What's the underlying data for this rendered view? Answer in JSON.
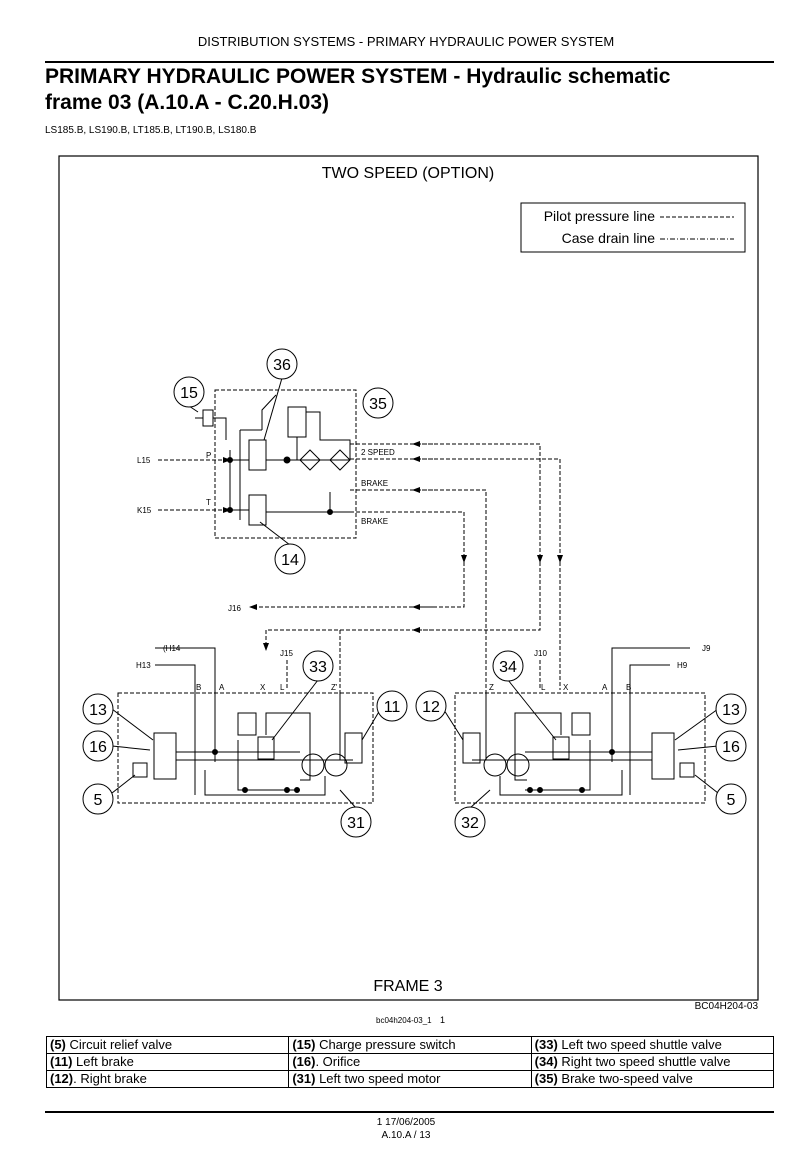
{
  "header": {
    "running_title": "DISTRIBUTION SYSTEMS - PRIMARY HYDRAULIC POWER SYSTEM",
    "title_line1": "PRIMARY HYDRAULIC POWER SYSTEM - Hydraulic schematic",
    "title_line2": "frame 03 (A.10.A - C.20.H.03)",
    "models": "LS185.B, LS190.B, LT185.B, LT190.B, LS180.B"
  },
  "diagram": {
    "title": "TWO SPEED (OPTION)",
    "caption": "FRAME 3",
    "figure_id": "BC04H204-03",
    "legend": {
      "pilot_label": "Pilot pressure line",
      "drain_label": "Case drain line"
    },
    "ports": {
      "L15": "L15",
      "K15": "K15",
      "J16": "J16",
      "H14": "(H14",
      "H13": "H13",
      "J15": "J15",
      "J10": "J10",
      "J9": "J9",
      "H9": "H9",
      "P": "P",
      "T": "T",
      "two_speed": "2 SPEED",
      "brake1": "BRAKE",
      "brake2": "BRAKE",
      "left": {
        "B": "B",
        "A": "A",
        "X": "X",
        "L": "L",
        "Z": "Z'"
      },
      "right": {
        "Z": "Z",
        "L": "L",
        "X": "X",
        "A": "A",
        "B": "B"
      }
    },
    "balloons": {
      "b36": "36",
      "b15": "15",
      "b35": "35",
      "b14": "14",
      "b33": "33",
      "b34": "34",
      "b13_left": "13",
      "b16_left": "16",
      "b5_left": "5",
      "b11": "11",
      "b31": "31",
      "b12": "12",
      "b32": "32",
      "b13_right": "13",
      "b16_right": "16",
      "b5_right": "5"
    }
  },
  "source_ref": "bc04h204-03_1",
  "source_page": "1",
  "parts_legend": [
    [
      {
        "num": "(5)",
        "text": " Circuit relief valve"
      },
      {
        "num": "(15)",
        "text": " Charge pressure switch"
      },
      {
        "num": "(33)",
        "text": " Left two speed shuttle valve"
      }
    ],
    [
      {
        "num": "(11)",
        "text": " Left brake"
      },
      {
        "num": "(16)",
        "text": ". Orifice"
      },
      {
        "num": "(34)",
        "text": " Right two speed shuttle valve"
      }
    ],
    [
      {
        "num": "(12)",
        "text": ". Right brake"
      },
      {
        "num": "(31)",
        "text": " Left two speed motor"
      },
      {
        "num": "(35)",
        "text": " Brake two-speed valve"
      }
    ]
  ],
  "footer": {
    "line1": "1 17/06/2005",
    "line2": "A.10.A / 13"
  }
}
